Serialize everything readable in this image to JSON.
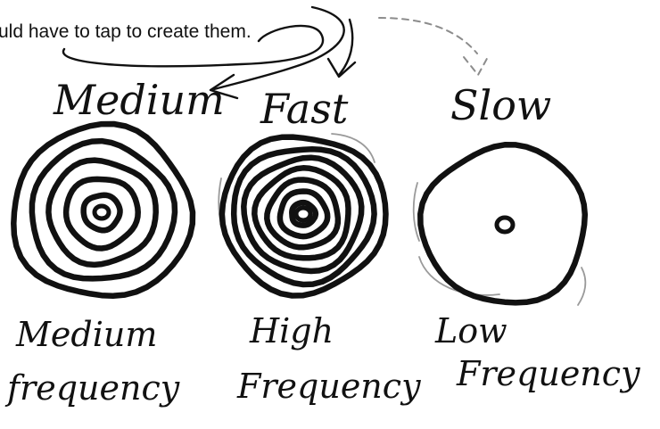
{
  "caption": "uld have to tap to create them.",
  "diagrams": [
    {
      "speed_label": "Medium",
      "frequency_label_line1": "Medium",
      "frequency_label_line2": "frequency",
      "ring_count": 5,
      "center_dot": true
    },
    {
      "speed_label": "Fast",
      "frequency_label_line1": "High",
      "frequency_label_line2": "Frequency",
      "ring_count": 7,
      "center_dot": true
    },
    {
      "speed_label": "Slow",
      "frequency_label_line1": "Low",
      "frequency_label_line2": "Frequency",
      "ring_count": 1,
      "center_dot": true
    }
  ],
  "colors": {
    "ink": "#111111",
    "paper": "#ffffff",
    "pencil": "#8c8c8c"
  }
}
